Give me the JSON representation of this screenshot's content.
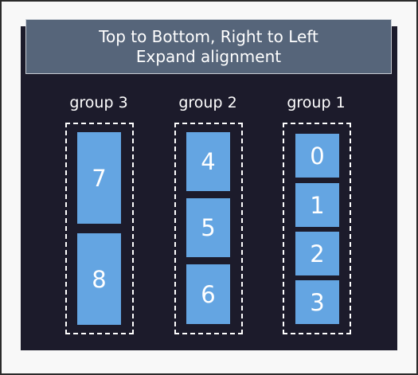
{
  "header": {
    "line1": "Top to Bottom, Right to Left",
    "line2": "Expand alignment"
  },
  "groups": [
    {
      "label": "group 3",
      "items": [
        "7",
        "8"
      ]
    },
    {
      "label": "group 2",
      "items": [
        "4",
        "5",
        "6"
      ]
    },
    {
      "label": "group 1",
      "items": [
        "0",
        "1",
        "2",
        "3"
      ]
    }
  ],
  "colors": {
    "panel": "#1c1b2b",
    "header": "#56657a",
    "item": "#64a5e2",
    "text": "#ffffff"
  }
}
